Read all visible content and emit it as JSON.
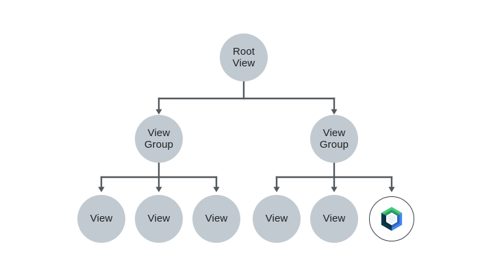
{
  "diagram": {
    "type": "tree",
    "description": "View hierarchy tree with gray View/ViewGroup nodes and one Jetpack Compose node",
    "background": "#FFFFFF",
    "colors": {
      "node_fill": "#C1CAD0",
      "node_text": "#202124",
      "connector": "#54595D",
      "compose_node_background": "#FFFFFF",
      "compose_node_border": "#3A3F42",
      "compose_green": "#41CB7C",
      "compose_blue": "#4285F4",
      "compose_navy": "#0D384A",
      "compose_inner_fill": "#E9F3FB",
      "compose_inner_stroke": "#FFFFFF"
    },
    "nodes": [
      {
        "id": "root-view",
        "label": "Root\nView"
      },
      {
        "id": "view-group-left",
        "label": "View\nGroup"
      },
      {
        "id": "view-group-right",
        "label": "View\nGroup"
      },
      {
        "id": "view-left-1",
        "label": "View"
      },
      {
        "id": "view-left-2",
        "label": "View"
      },
      {
        "id": "view-left-3",
        "label": "View"
      },
      {
        "id": "view-right-1",
        "label": "View"
      },
      {
        "id": "view-right-2",
        "label": "View"
      },
      {
        "id": "compose-node",
        "label": "",
        "icon": "jetpack-compose-logo"
      }
    ],
    "edges": [
      {
        "from": "root-view",
        "to": "view-group-left"
      },
      {
        "from": "root-view",
        "to": "view-group-right"
      },
      {
        "from": "view-group-left",
        "to": "view-left-1"
      },
      {
        "from": "view-group-left",
        "to": "view-left-2"
      },
      {
        "from": "view-group-left",
        "to": "view-left-3"
      },
      {
        "from": "view-group-right",
        "to": "view-right-1"
      },
      {
        "from": "view-group-right",
        "to": "view-right-2"
      },
      {
        "from": "view-group-right",
        "to": "compose-node"
      }
    ]
  }
}
